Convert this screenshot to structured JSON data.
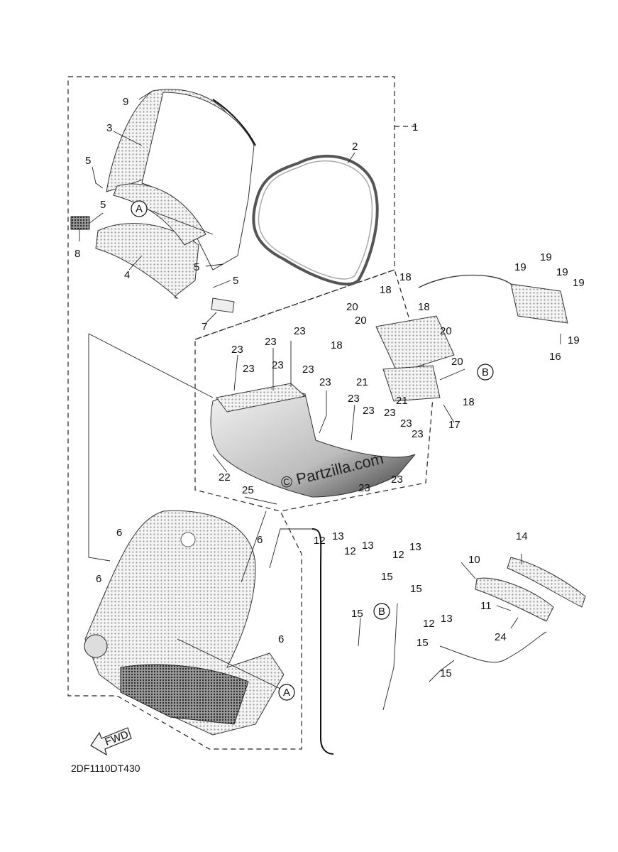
{
  "diagram": {
    "code": "2DF1110DT430",
    "watermark": "© Partzilla.com",
    "fwd_label": "FWD",
    "ref_markers": [
      "A",
      "B"
    ],
    "callouts": [
      "1",
      "2",
      "3",
      "4",
      "5",
      "6",
      "7",
      "8",
      "9",
      "10",
      "11",
      "12",
      "13",
      "14",
      "15",
      "16",
      "17",
      "18",
      "19",
      "20",
      "21",
      "22",
      "23",
      "24",
      "25"
    ]
  }
}
